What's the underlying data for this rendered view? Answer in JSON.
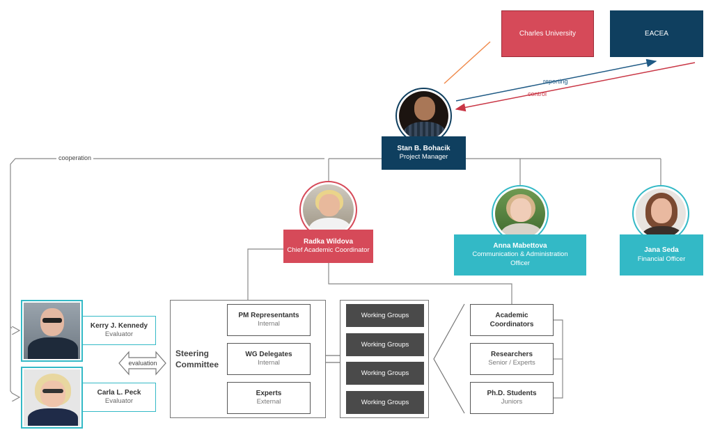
{
  "external": {
    "university": "Charles University",
    "agency": "EACEA",
    "reporting": "reporting",
    "control": "control"
  },
  "people": {
    "pm": {
      "name": "Stan B. Bohacik",
      "title": "Project Manager"
    },
    "chief": {
      "name": "Radka Wildova",
      "title": "Chief Academic Coordinator"
    },
    "comm": {
      "name": "Anna Mabettova",
      "title": "Communication & Administration Officer"
    },
    "fin": {
      "name": "Jana Seda",
      "title": "Financial Officer"
    },
    "eval1": {
      "name": "Kerry J. Kennedy",
      "title": "Evaluator"
    },
    "eval2": {
      "name": "Carla L. Peck",
      "title": "Evaluator"
    }
  },
  "labels": {
    "cooperation": "cooperation",
    "evaluation": "evaluation",
    "steering": "Steering Committee"
  },
  "steering_members": [
    {
      "title": "PM Representants",
      "sub": "Internal"
    },
    {
      "title": "WG Delegates",
      "sub": "Internal"
    },
    {
      "title": "Experts",
      "sub": "External"
    }
  ],
  "working_groups": [
    "Working Groups",
    "Working Groups",
    "Working Groups",
    "Working Groups"
  ],
  "academics": [
    {
      "title": "Academic Coordinators",
      "sub": ""
    },
    {
      "title": "Researchers",
      "sub": "Senior / Experts"
    },
    {
      "title": "Ph.D. Students",
      "sub": "Juniors"
    }
  ],
  "colors": {
    "navy": "#0f3f5f",
    "red": "#d64a59",
    "teal": "#33b9c6",
    "orange": "#f08a4b"
  }
}
